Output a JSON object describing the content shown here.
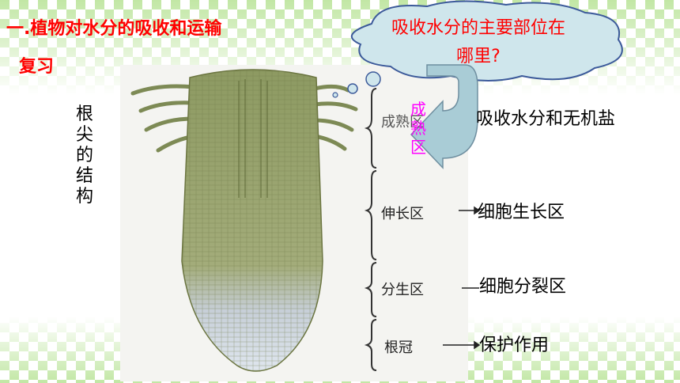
{
  "title": "一.植物对水分的吸收和运输",
  "review": "复习",
  "vertical_label": [
    "根",
    "尖",
    "的",
    "结",
    "构"
  ],
  "question": {
    "line1": "吸收水分的主要部位在",
    "line2": "哪里?"
  },
  "maturation_zone": [
    "成",
    "熟",
    "区"
  ],
  "zones": {
    "maturation": "成熟区",
    "elongation": "伸长区",
    "meristem": "分生区",
    "cap": "根冠"
  },
  "functions": {
    "maturation": "吸收水分和无机盐",
    "elongation": "细胞生长区",
    "meristem": "细胞分裂区",
    "cap": "保护作用"
  },
  "colors": {
    "title": "#ff0000",
    "cloud_fill": "#cfe6ec",
    "cloud_stroke": "#3c5a9a",
    "arrow_fill": "#a9ccd6",
    "highlight": "#ff00ff",
    "background_green": "#7cc94a"
  }
}
